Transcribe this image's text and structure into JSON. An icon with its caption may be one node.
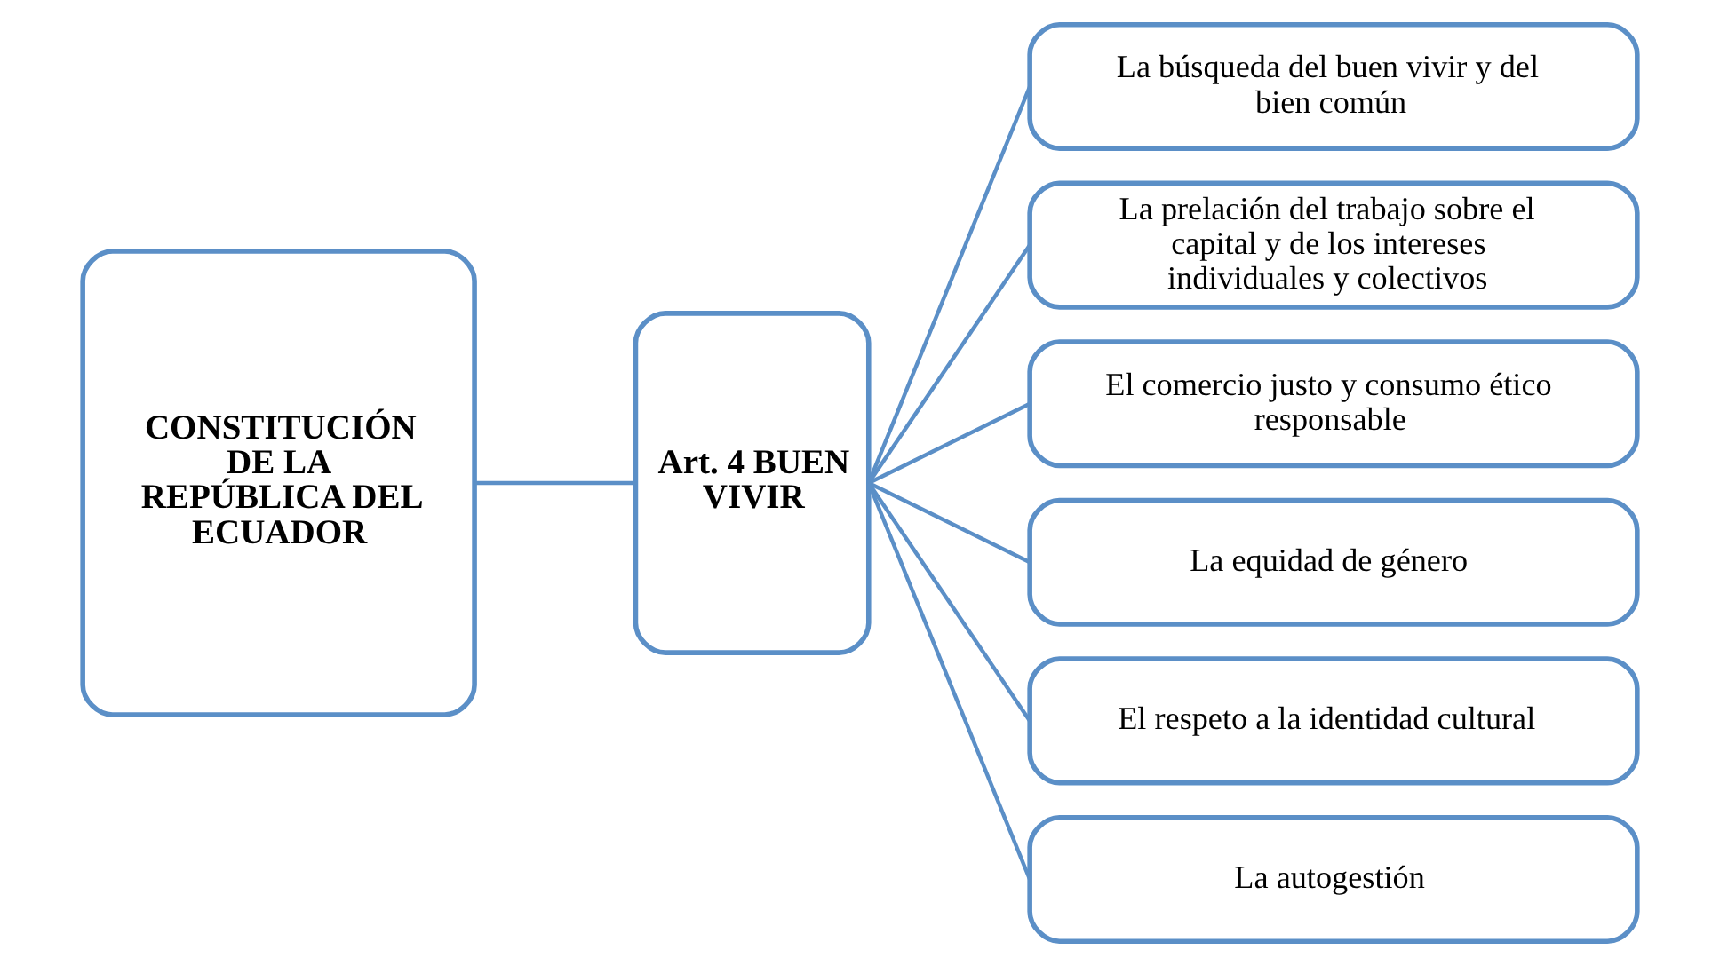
{
  "diagram": {
    "nodes": [
      {
        "text": [
          "CONSTITUCIÓN DE LA REPÚBLICA DEL ECUADOR"
        ]
      },
      {
        "text": [
          "Art. 4 BUEN VIVIR"
        ]
      },
      {
        "text": [
          "La búsqueda del buen vivir y del bien común"
        ]
      },
      {
        "text": [
          "La prelación del trabajo sobre el capital y de los intereses individuales y colectivos"
        ]
      },
      {
        "text": [
          "El comercio justo y consumo ético responsable"
        ]
      },
      {
        "text": [
          "La equidad de género"
        ]
      },
      {
        "text": [
          "El respeto a la identidad cultural"
        ]
      },
      {
        "text": [
          "La autogestión"
        ]
      }
    ],
    "edges": [
      {
        "from": 0,
        "to": 1,
        "arrow": "none"
      },
      {
        "from": 1,
        "to": 2,
        "arrow": "none"
      },
      {
        "from": 1,
        "to": 3,
        "arrow": "none"
      },
      {
        "from": 1,
        "to": 4,
        "arrow": "none"
      },
      {
        "from": 1,
        "to": 5,
        "arrow": "none"
      },
      {
        "from": 1,
        "to": 6,
        "arrow": "none"
      },
      {
        "from": 1,
        "to": 7,
        "arrow": "none"
      }
    ]
  }
}
